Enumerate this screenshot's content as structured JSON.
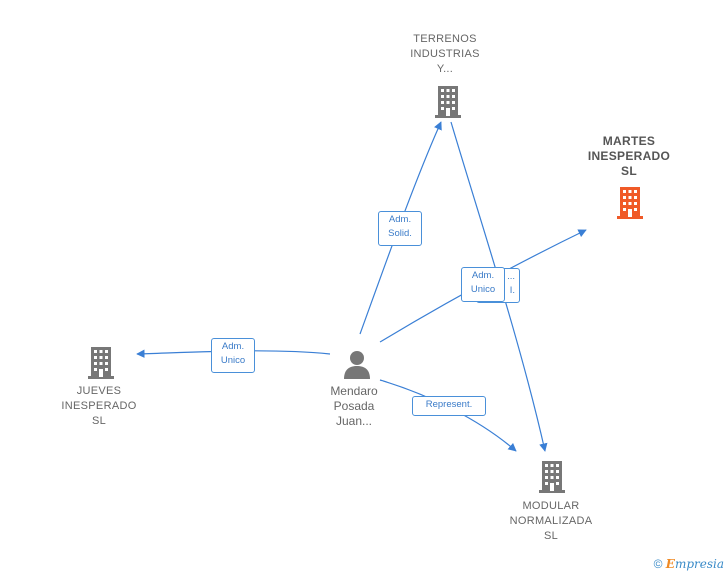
{
  "nodes": {
    "terrenos": {
      "lines": [
        "TERRENOS",
        "INDUSTRIAS",
        "Y..."
      ],
      "color": "#777777"
    },
    "martes": {
      "lines": [
        "MARTES",
        "INESPERADO",
        "SL"
      ],
      "color": "#f05a28"
    },
    "jueves": {
      "lines": [
        "JUEVES",
        "INESPERADO",
        "SL"
      ],
      "color": "#777777"
    },
    "modular": {
      "lines": [
        "MODULAR",
        "NORMALIZADA",
        "SL"
      ],
      "color": "#777777"
    },
    "person": {
      "lines": [
        "Mendaro",
        "Posada",
        "Juan..."
      ],
      "color": "#777777"
    }
  },
  "edges": {
    "adm_solid": [
      "Adm.",
      "Solid."
    ],
    "adm_unico_martes": [
      "Adm.",
      "Unico"
    ],
    "adm_unico_behind": [
      "...",
      "I."
    ],
    "adm_unico_jueves": [
      "Adm.",
      "Unico"
    ],
    "represent": [
      "Represent."
    ]
  },
  "colors": {
    "edge": "#3a7fd5",
    "building": "#777777",
    "highlight": "#f05a28"
  },
  "footer": {
    "copyright": "©",
    "brand_initial": "E",
    "brand_rest": "mpresia"
  }
}
